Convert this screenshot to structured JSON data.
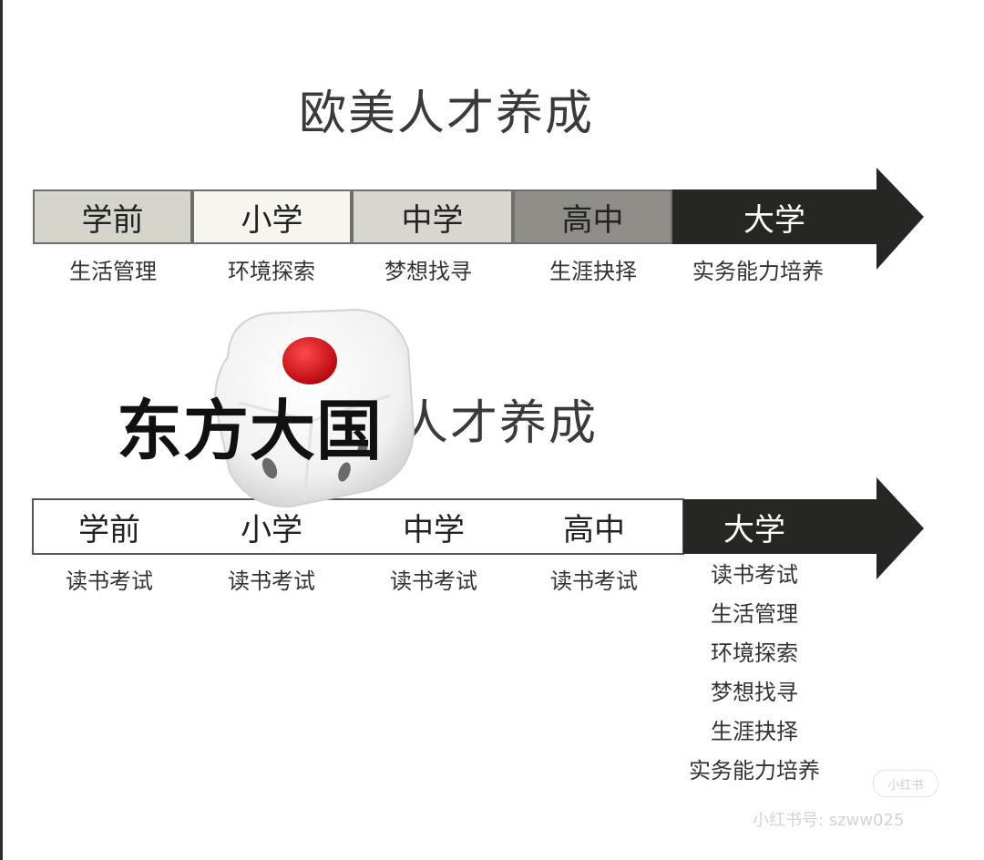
{
  "west": {
    "title": "欧美人才养成",
    "stages": [
      {
        "label": "学前",
        "desc": "生活管理",
        "fill": "#d6d5cc"
      },
      {
        "label": "小学",
        "desc": "环境探索",
        "fill": "#f6f5ee"
      },
      {
        "label": "中学",
        "desc": "梦想找寻",
        "fill": "#d8d7cf"
      },
      {
        "label": "高中",
        "desc": "生涯抉择",
        "fill": "#8e8d88"
      },
      {
        "label": "大学",
        "desc": "实务能力培养",
        "fill": "#262624"
      }
    ]
  },
  "east": {
    "overlay_title": "东方大国",
    "title_suffix": "人才养成",
    "stages": [
      {
        "label": "学前",
        "desc": "读书考试"
      },
      {
        "label": "小学",
        "desc": "读书考试"
      },
      {
        "label": "中学",
        "desc": "读书考试"
      },
      {
        "label": "高中",
        "desc": "读书考试"
      },
      {
        "label": "大学",
        "descs": [
          "读书考试",
          "生活管理",
          "环境探索",
          "梦想找寻",
          "生涯抉择",
          "实务能力培养"
        ]
      }
    ]
  },
  "watermark": {
    "badge": "小红书",
    "text": "小红书号: szww025"
  },
  "colors": {
    "arrow_dark": "#262624",
    "dice_pip": "#e0141a",
    "text": "#333333"
  }
}
